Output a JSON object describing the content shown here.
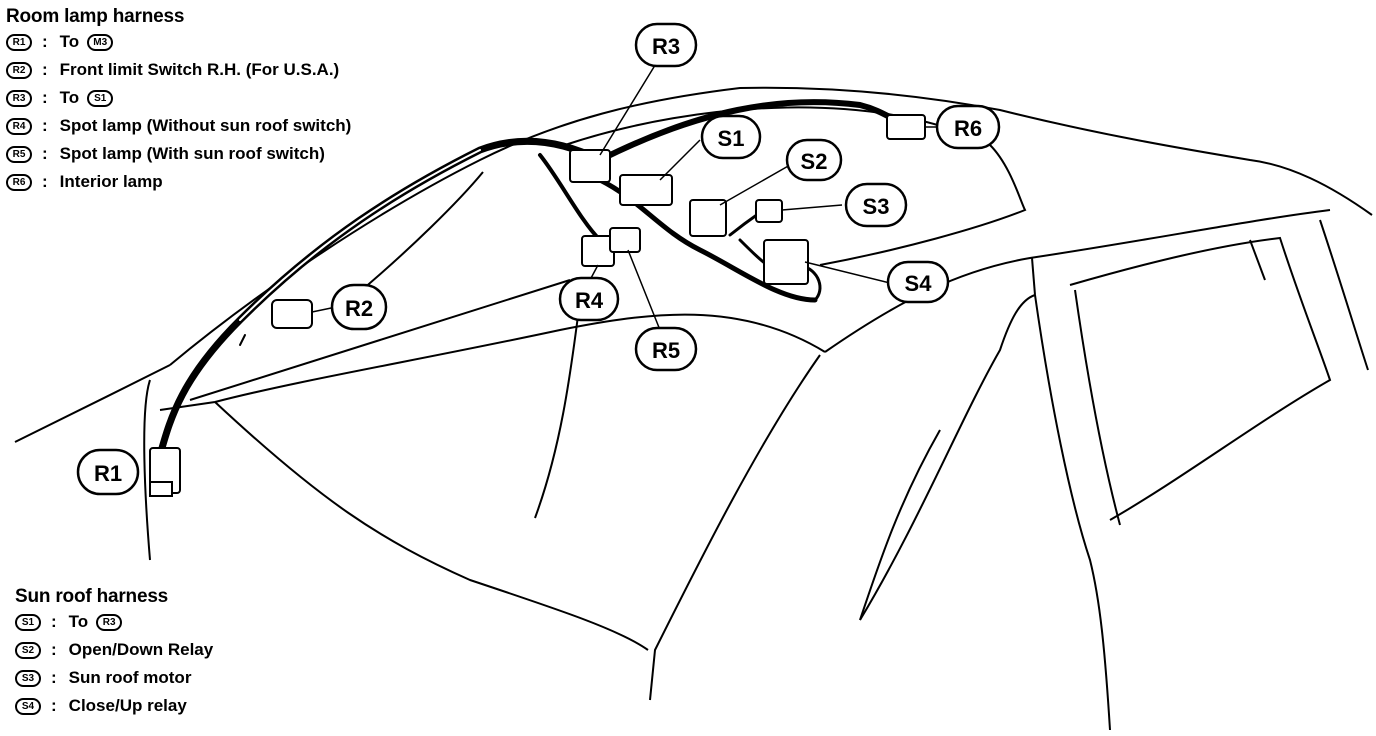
{
  "room_lamp_harness": {
    "title": "Room lamp harness",
    "items": [
      {
        "code": "R1",
        "text": "To",
        "ref": "M3"
      },
      {
        "code": "R2",
        "text": "Front limit Switch R.H. (For U.S.A.)",
        "ref": ""
      },
      {
        "code": "R3",
        "text": "To",
        "ref": "S1"
      },
      {
        "code": "R4",
        "text": "Spot lamp (Without sun roof switch)",
        "ref": ""
      },
      {
        "code": "R5",
        "text": "Spot lamp (With sun roof switch)",
        "ref": ""
      },
      {
        "code": "R6",
        "text": "Interior lamp",
        "ref": ""
      }
    ]
  },
  "sun_roof_harness": {
    "title": "Sun roof harness",
    "items": [
      {
        "code": "S1",
        "text": "To",
        "ref": "R3"
      },
      {
        "code": "S2",
        "text": "Open/Down Relay",
        "ref": ""
      },
      {
        "code": "S3",
        "text": "Sun roof motor",
        "ref": ""
      },
      {
        "code": "S4",
        "text": "Close/Up relay",
        "ref": ""
      }
    ]
  },
  "callouts": {
    "r1": "R1",
    "r2": "R2",
    "r3": "R3",
    "r4": "R4",
    "r5": "R5",
    "r6": "R6",
    "s1": "S1",
    "s2": "S2",
    "s3": "S3",
    "s4": "S4"
  },
  "colon": ":"
}
